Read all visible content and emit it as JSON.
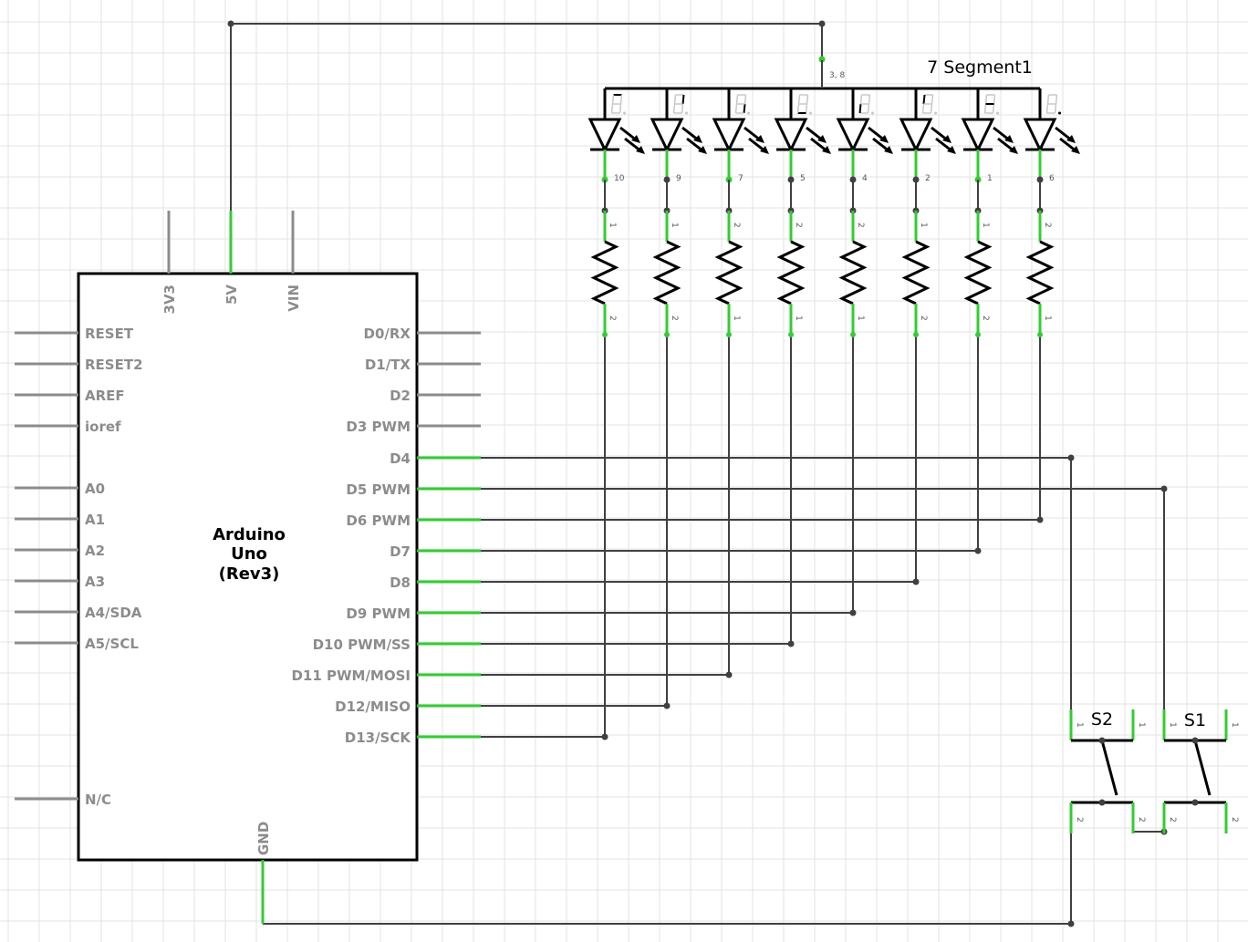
{
  "board": {
    "title_lines": [
      "Arduino",
      "Uno",
      "(Rev3)"
    ],
    "top_pins": [
      "3V3",
      "5V",
      "VIN"
    ],
    "left_pins": [
      "RESET",
      "RESET2",
      "AREF",
      "ioref",
      "A0",
      "A1",
      "A2",
      "A3",
      "A4/SDA",
      "A5/SCL",
      "N/C"
    ],
    "right_pins": [
      "D0/RX",
      "D1/TX",
      "D2",
      "D3 PWM",
      "D4",
      "D5 PWM",
      "D6 PWM",
      "D7",
      "D8",
      "D9 PWM",
      "D10 PWM/SS",
      "D11 PWM/MOSI",
      "D12/MISO",
      "D13/SCK"
    ],
    "bottom_pin": "GND"
  },
  "seven_segment": {
    "label": "7 Segment1",
    "common_pin_label": "3, 8",
    "led_pin_numbers": [
      "10",
      "9",
      "7",
      "5",
      "4",
      "2",
      "1",
      "6"
    ]
  },
  "resistors": {
    "top_pin_labels": [
      "1",
      "1",
      "2",
      "2",
      "2",
      "1",
      "1",
      "2"
    ],
    "bottom_pin_labels": [
      "2",
      "2",
      "1",
      "1",
      "1",
      "2",
      "2",
      "1"
    ]
  },
  "switches": [
    {
      "label": "S2",
      "pin_labels": [
        "1",
        "1",
        "2",
        "2"
      ]
    },
    {
      "label": "S1",
      "pin_labels": [
        "1",
        "1",
        "2",
        "2"
      ]
    }
  ],
  "colors": {
    "wire": "#404040",
    "connected_pin": "#33cc33",
    "unconnected_pin": "#8c8c8c",
    "grid": "#e3e3e3"
  }
}
